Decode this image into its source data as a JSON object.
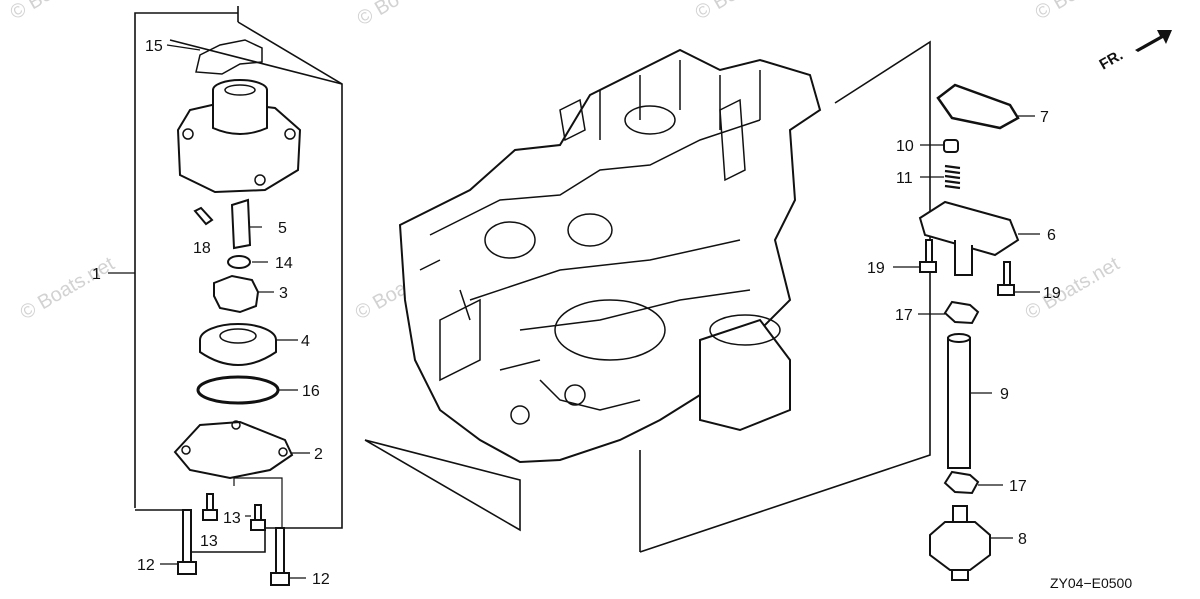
{
  "watermark": {
    "text": "© Boats.net",
    "top_fragment": "© Bo"
  },
  "direction_marker": {
    "text": "FR."
  },
  "diagram_code": "ZY04−E0500",
  "callouts": {
    "c1": "1",
    "c2": "2",
    "c3": "3",
    "c4": "4",
    "c5": "5",
    "c6": "6",
    "c7": "7",
    "c8": "8",
    "c9": "9",
    "c10": "10",
    "c11": "11",
    "c12a": "12",
    "c12b": "12",
    "c13a": "13",
    "c13b": "13",
    "c14": "14",
    "c15": "15",
    "c16": "16",
    "c17a": "17",
    "c17b": "17",
    "c18": "18",
    "c19a": "19",
    "c19b": "19"
  }
}
